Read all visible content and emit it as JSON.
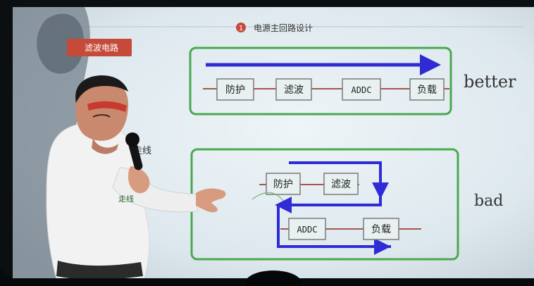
{
  "slide": {
    "section_number": "1",
    "section_title": "电源主回路设计",
    "tag_text": "滤波电路",
    "left_partial_label": "用走线",
    "left_handwritten_label": "走线"
  },
  "diagrams": {
    "better": {
      "label": "better",
      "blocks": [
        "防护",
        "滤波",
        "ADDC",
        "负载"
      ]
    },
    "bad": {
      "label": "bad",
      "blocks_top": [
        "防护",
        "滤波"
      ],
      "blocks_bottom": [
        "ADDC",
        "负载"
      ]
    }
  },
  "colors": {
    "slide_bg": "#dfe9ee",
    "box_border": "#4aa84f",
    "wire": "#a2584e",
    "arrow_blue": "#2f2bd6",
    "tag_red": "#c64a3a",
    "shadow": "#6f7b86",
    "shirt": "#f2f2f2",
    "skin": "#d79c80",
    "headband": "#c83a2f"
  }
}
